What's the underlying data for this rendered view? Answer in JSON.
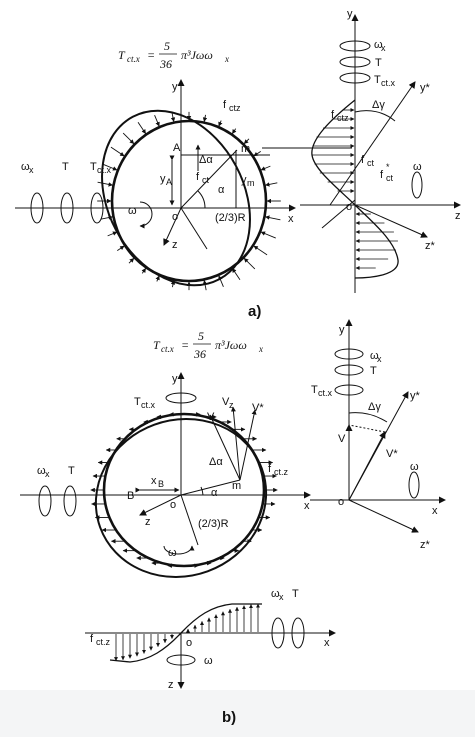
{
  "formula_a": {
    "lhs": "T",
    "lhs_sub": "ct.x",
    "num": "5",
    "den": "36",
    "rhs": "π³Jωω",
    "rhs_sub": "x"
  },
  "formula_b": {
    "lhs": "T",
    "lhs_sub": "ct.x",
    "num": "5",
    "den": "36",
    "rhs": "π³Jωω",
    "rhs_sub": "x"
  },
  "caption_a": "a)",
  "caption_b": "b)",
  "labels_a": {
    "y": "y",
    "x": "x",
    "z": "z",
    "o": "o",
    "fctz": "f",
    "fctz_sub": "ctz",
    "A": "A",
    "m": "m",
    "dalpha": "Δα",
    "fct": "f",
    "fct_sub": "ct",
    "yA": "y",
    "yA_sub": "A",
    "alpha": "α",
    "ym": "y",
    "ym_sub": "m",
    "R": "(2/3)R",
    "omega": "ω",
    "wx": "ω",
    "wx_sub": "x",
    "T": "T",
    "Tctx": "T",
    "Tctx_sub": "ct.x"
  },
  "labels_a_right": {
    "y": "y",
    "wx": "ω",
    "wx_sub": "x",
    "T": "T",
    "Tctx": "T",
    "Tctx_sub": "ct.x",
    "ystar": "y*",
    "dgamma": "Δγ",
    "fctz": "f",
    "fctz_sub": "ctz",
    "fct": "f",
    "fct_sub": "ct",
    "fctstar": "f",
    "fctstar_sub": "ct",
    "fctstar_sup": "*",
    "omega": "ω",
    "o": "o",
    "z": "z",
    "zstar": "z*"
  },
  "labels_b": {
    "y": "y",
    "x": "x",
    "z": "z",
    "o": "o",
    "Tctx": "T",
    "Tctx_sub": "ct.x",
    "Vz": "V",
    "Vz_sub": "z",
    "V": "V",
    "Vstar": "V*",
    "xB": "x",
    "xB_sub": "B",
    "dalpha": "Δα",
    "fctz": "f",
    "fctz_sub": "ct.z",
    "B": "B",
    "alpha": "α",
    "m": "m",
    "R": "(2/3)R",
    "omega": "ω",
    "wx": "ω",
    "wx_sub": "x",
    "T": "T"
  },
  "labels_b_right": {
    "y": "y",
    "wx": "ω",
    "wx_sub": "x",
    "T": "T",
    "Tctx": "T",
    "Tctx_sub": "ct.x",
    "ystar": "y*",
    "dgamma": "Δγ",
    "V": "V",
    "Vstar": "V*",
    "omega": "ω",
    "o": "o",
    "x": "x",
    "zstar": "z*"
  },
  "labels_b_bottom": {
    "fctz": "f",
    "fctz_sub": "ct.z",
    "o": "o",
    "x": "x",
    "z": "z",
    "omega": "ω",
    "wx": "ω",
    "wx_sub": "x",
    "T": "T"
  }
}
